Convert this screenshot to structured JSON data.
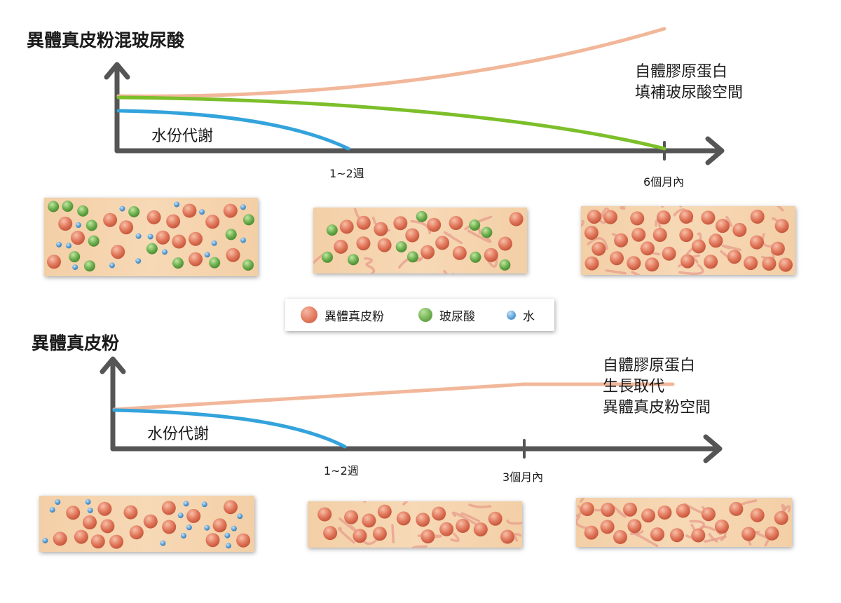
{
  "top": {
    "title": "異體真皮粉混玻尿酸",
    "metabolism_label": "水份代謝",
    "tick_1": "1~2週",
    "tick_2": "6個月內",
    "annotation_lines": [
      "自體膠原蛋白",
      "填補玻尿酸空間"
    ]
  },
  "bottom": {
    "title": "異體真皮粉",
    "metabolism_label": "水份代謝",
    "tick_1": "1~2週",
    "tick_2": "3個月內",
    "annotation_lines": [
      "自體膠原蛋白",
      "生長取代",
      "異體真皮粉空間"
    ]
  },
  "legend": {
    "items": [
      {
        "label": "異體真皮粉",
        "color": "#e0765a"
      },
      {
        "label": "玻尿酸",
        "color": "#6cae4d"
      },
      {
        "label": "水",
        "color": "#5a9fd6"
      }
    ]
  },
  "colors": {
    "axis": "#555555",
    "collagen_curve": "#f2b79a",
    "hyaluronic_curve": "#7cbf2a",
    "water_curve": "#33a3dc",
    "panel_bg": "#f7d9b6",
    "fiber": "#e79c8c"
  }
}
